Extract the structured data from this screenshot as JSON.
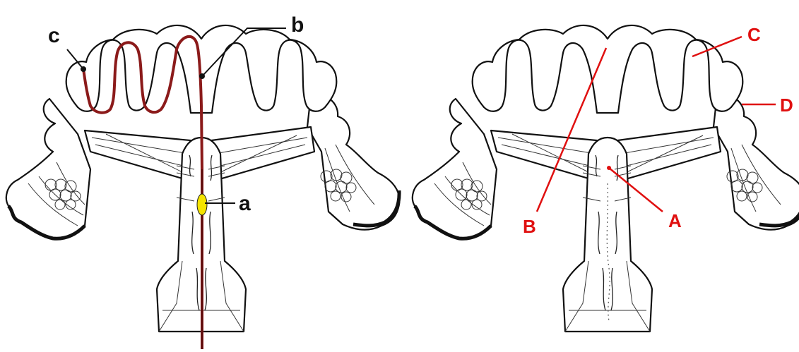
{
  "colors": {
    "outline": "#111111",
    "catheter": "#8b1a1a",
    "balloon": "#f5e400",
    "label_red": "#e01010",
    "label_dark": "#111111"
  },
  "left_diagram": {
    "labels": {
      "a": "a",
      "b": "b",
      "c": "c"
    }
  },
  "right_diagram": {
    "labels": {
      "A": "A",
      "B": "B",
      "C": "C",
      "D": "D"
    }
  }
}
